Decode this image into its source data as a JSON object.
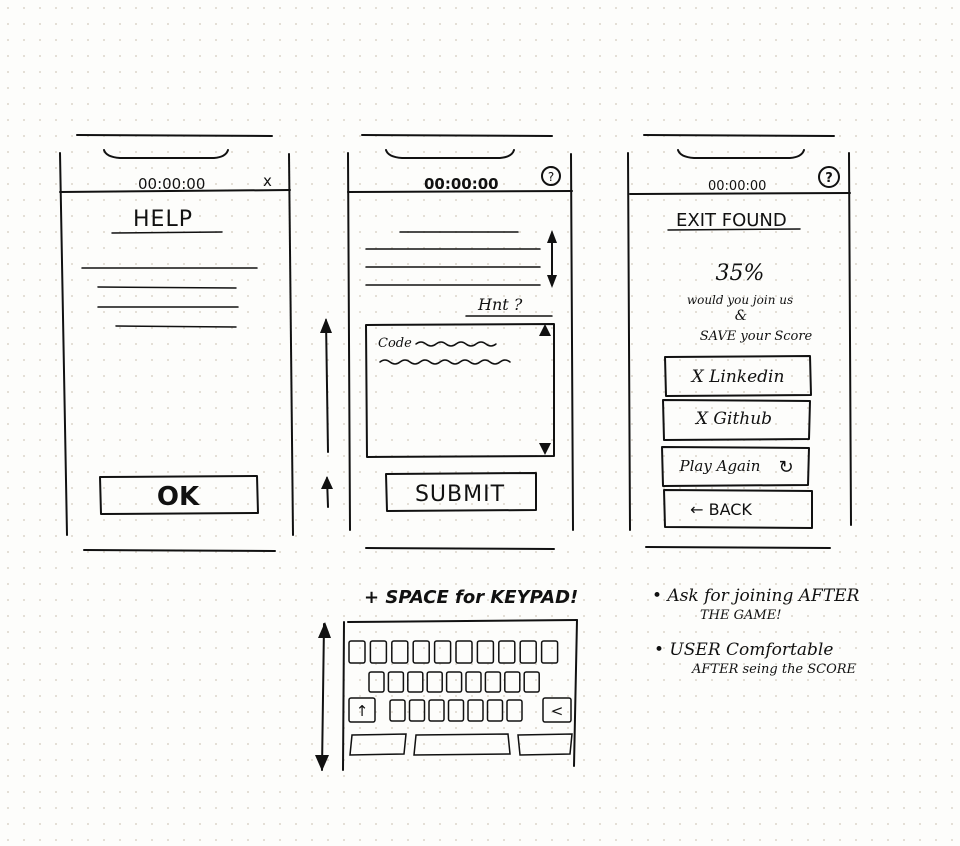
{
  "screens": {
    "help": {
      "timer": "00:00:00",
      "close_glyph": "x",
      "title": "HELP",
      "ok_label": "OK"
    },
    "code": {
      "timer": "00:00:00",
      "help_glyph": "?",
      "hint_label": "Hnt ?",
      "code_label": "Code",
      "submit_label": "SUBMIT"
    },
    "exit": {
      "timer": "00:00:00",
      "help_glyph": "?",
      "title": "EXIT FOUND",
      "score": "35%",
      "prompt_line1": "would you join us",
      "prompt_line2": "&",
      "prompt_line3": "SAVE your Score",
      "buttons": {
        "linkedin": "X Linkedin",
        "github": "X Github",
        "play_again": "Play Again",
        "play_again_glyph": "↻",
        "back": "← BACK"
      }
    }
  },
  "keypad": {
    "label": "+ SPACE for KEYPAD!",
    "shift_glyph": "↑",
    "backspace_glyph": "<"
  },
  "notes": {
    "note1_line1": "• Ask for joining AFTER",
    "note1_line2": "THE GAME!",
    "note2_line1": "• USER Comfortable",
    "note2_line2": "AFTER seing the SCORE"
  }
}
